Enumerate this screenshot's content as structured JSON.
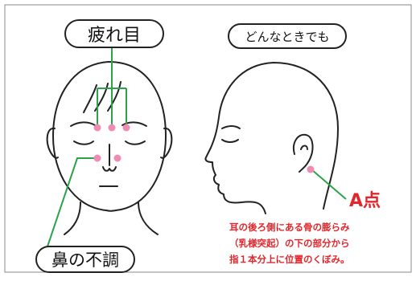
{
  "labels": {
    "tired_eyes": "疲れ目",
    "anytime": "どんなときでも",
    "nose_trouble": "鼻の不調",
    "point_a": "A点"
  },
  "description": [
    "耳の後ろ側にある骨の膨らみ",
    "（乳様突起）の下の部分から",
    "指１本分上に位置のくぼみ。"
  ],
  "colors": {
    "line": "#2ca24a",
    "dot": "#f08cb4",
    "accent": "#e3262b",
    "ink": "#222222",
    "frame": "#8a8a8a"
  }
}
